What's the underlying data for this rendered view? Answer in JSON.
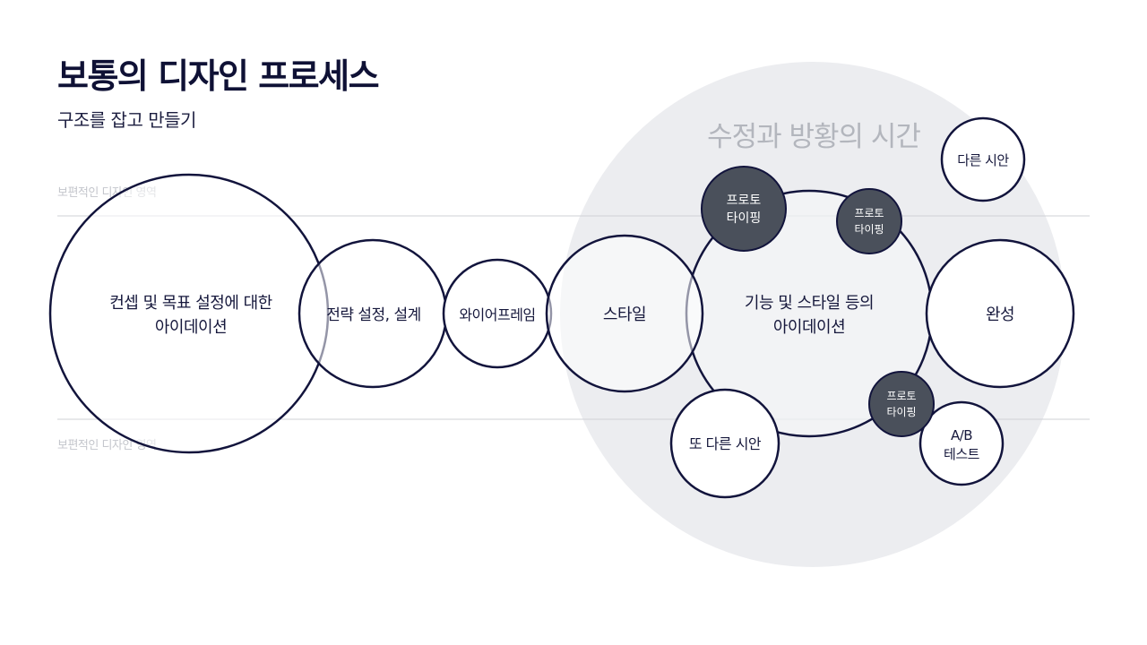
{
  "header": {
    "title": "보통의 디자인 프로세스",
    "subtitle": "구조를 잡고 만들기"
  },
  "zones": {
    "top_label": "보편적인 디자인 영역",
    "bottom_label": "보편적인 디자인 영역",
    "revision_area_label": "수정과 방황의 시간"
  },
  "nodes": {
    "concept": {
      "line1": "컨셉 및 목표 설정에 대한",
      "line2": "아이데이션"
    },
    "strategy": "전략 설정, 설계",
    "wireframe": "와이어프레임",
    "style": "스타일",
    "ideation": {
      "line1": "기능 및 스타일 등의",
      "line2": "아이데이션"
    },
    "complete": "완성",
    "alternative": "다른 시안",
    "another_alternative": "또 다른 시안",
    "ab_test": {
      "line1": "A/B",
      "line2": "테스트"
    },
    "prototype_large": {
      "line1": "프로토",
      "line2": "타이핑"
    },
    "prototype_small_top": {
      "line1": "프로토",
      "line2": "타이핑"
    },
    "prototype_small_bottom": {
      "line1": "프로토",
      "line2": "타이핑"
    }
  },
  "colors": {
    "stroke": "#12143c",
    "prototype_fill": "#4a505b",
    "revision_area_fill": "#ecedf0",
    "guide_line": "#cfd1d6"
  }
}
